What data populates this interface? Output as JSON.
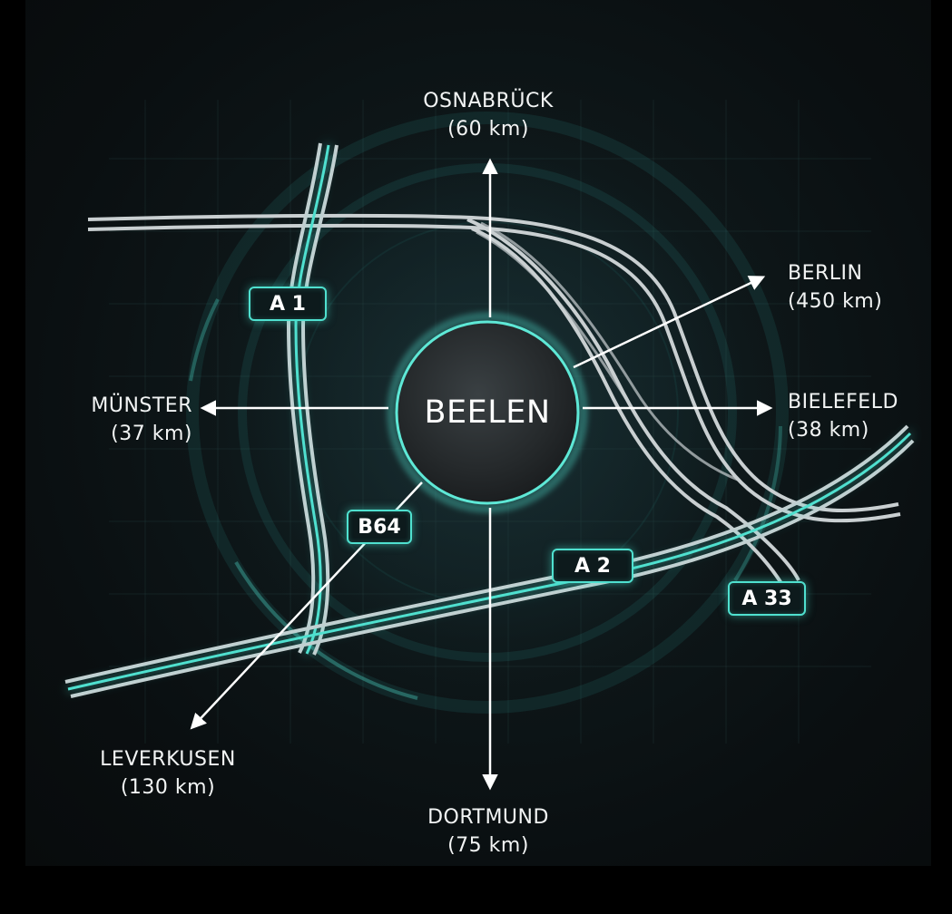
{
  "center": {
    "name": "BEELEN"
  },
  "destinations": {
    "north": {
      "name": "OSNABRÜCK",
      "distance": "(60 km)"
    },
    "northeast": {
      "name": "BERLIN",
      "distance": "(450 km)"
    },
    "east": {
      "name": "BIELEFELD",
      "distance": "(38 km)"
    },
    "west": {
      "name": "MÜNSTER",
      "distance": "(37 km)"
    },
    "southwest": {
      "name": "LEVERKUSEN",
      "distance": "(130 km)"
    },
    "south": {
      "name": "DORTMUND",
      "distance": "(75 km)"
    }
  },
  "roads": {
    "a1": "A 1",
    "a2": "A 2",
    "a33": "A 33",
    "b64": "B64"
  },
  "colors": {
    "background": "#0a0f11",
    "accent": "#4fe0cf",
    "road": "#c9cfd1",
    "text": "#f2f4f4"
  }
}
